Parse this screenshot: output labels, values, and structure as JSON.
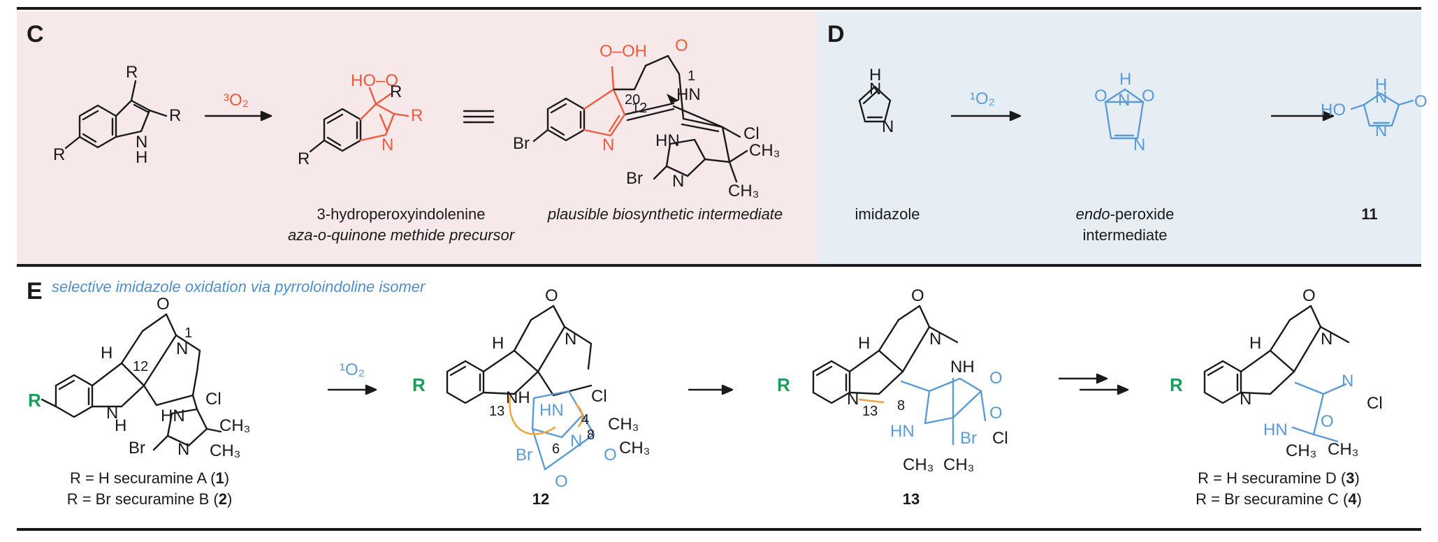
{
  "colors": {
    "orange": "#f05a3c",
    "blue": "#5b9bd5",
    "green": "#1a9e5a",
    "amber": "#f2a03a",
    "black": "#1a1a1a",
    "pink_bg": "#f7e8ea",
    "blue_bg": "#e6eef4"
  },
  "panel_c": {
    "letter": "C",
    "reagent": "³O₂",
    "caption_1_line1": "3-hydroperoxyindolenine",
    "caption_1_line2": "aza-o-quinone methide precursor",
    "caption_2": "plausible biosynthetic intermediate",
    "equiv_symbol": "≡"
  },
  "panel_d": {
    "letter": "D",
    "reagent": "¹O₂",
    "caption_imidazole": "imidazole",
    "caption_endo_italic": "endo",
    "caption_endo_rest": "-peroxide",
    "caption_endo_line2": "intermediate",
    "compound_11": "11"
  },
  "panel_e": {
    "letter": "E",
    "title": "selective imidazole oxidation via pyrroloindoline isomer",
    "reagent": "¹O₂",
    "sec_a": {
      "prefix": "R = H securamine A (",
      "num": "1",
      "suffix": ")"
    },
    "sec_b": {
      "prefix": "R = Br securamine B (",
      "num": "2",
      "suffix": ")"
    },
    "compound_12": "12",
    "compound_13": "13",
    "sec_d": {
      "prefix": "R = H securamine D (",
      "num": "3",
      "suffix": ")"
    },
    "sec_c": {
      "prefix": "R = Br securamine C (",
      "num": "4",
      "suffix": ")"
    }
  },
  "atoms": {
    "R": "R",
    "N": "N",
    "H": "H",
    "HN": "HN",
    "NH": "NH",
    "O": "O",
    "OH": "OH",
    "HO": "HO",
    "HOO": "HO–O",
    "OOH": "O–OH",
    "Br": "Br",
    "Cl": "Cl",
    "CH3": "CH₃",
    "n1": "1",
    "n4": "4",
    "n6": "6",
    "n8": "8",
    "n12": "12",
    "n13": "13",
    "n20": "20"
  }
}
